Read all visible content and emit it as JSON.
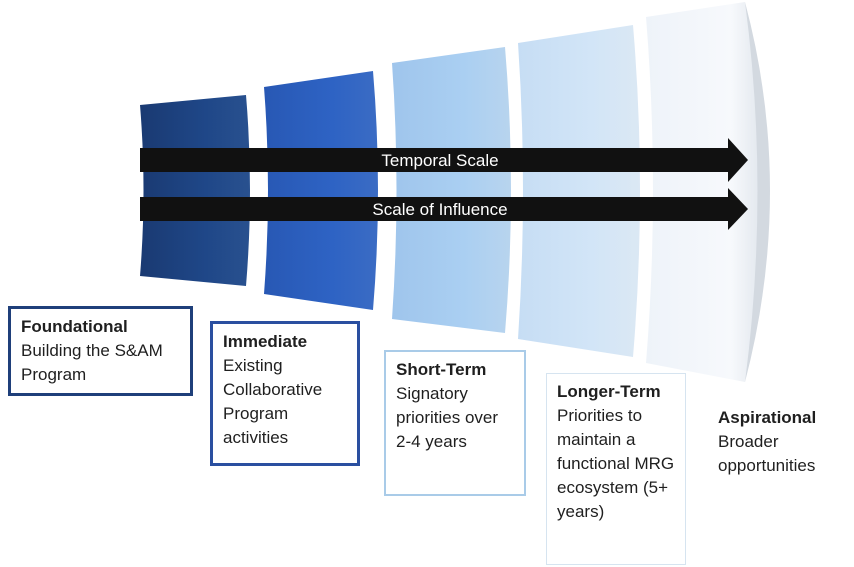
{
  "arrows": {
    "temporal": "Temporal Scale",
    "influence": "Scale of Influence"
  },
  "stages": [
    {
      "title": "Foundational",
      "description": "Building the S&AM Program"
    },
    {
      "title": "Immediate",
      "description": "Existing Collaborative Program activities"
    },
    {
      "title": "Short-Term",
      "description": "Signatory priorities over 2-4 years"
    },
    {
      "title": "Longer-Term",
      "description": "Priorities to maintain a functional MRG ecosystem (5+ years)"
    },
    {
      "title": "Aspirational",
      "description": "Broader opportunities"
    }
  ],
  "colors": {
    "foundational": "#1c3f7a",
    "immediate": "#2c5fbf",
    "shortterm": "#a8ccef",
    "longerterm": "#cfe2f6",
    "aspirational": "#f4f7fb",
    "arrow": "#111111"
  }
}
